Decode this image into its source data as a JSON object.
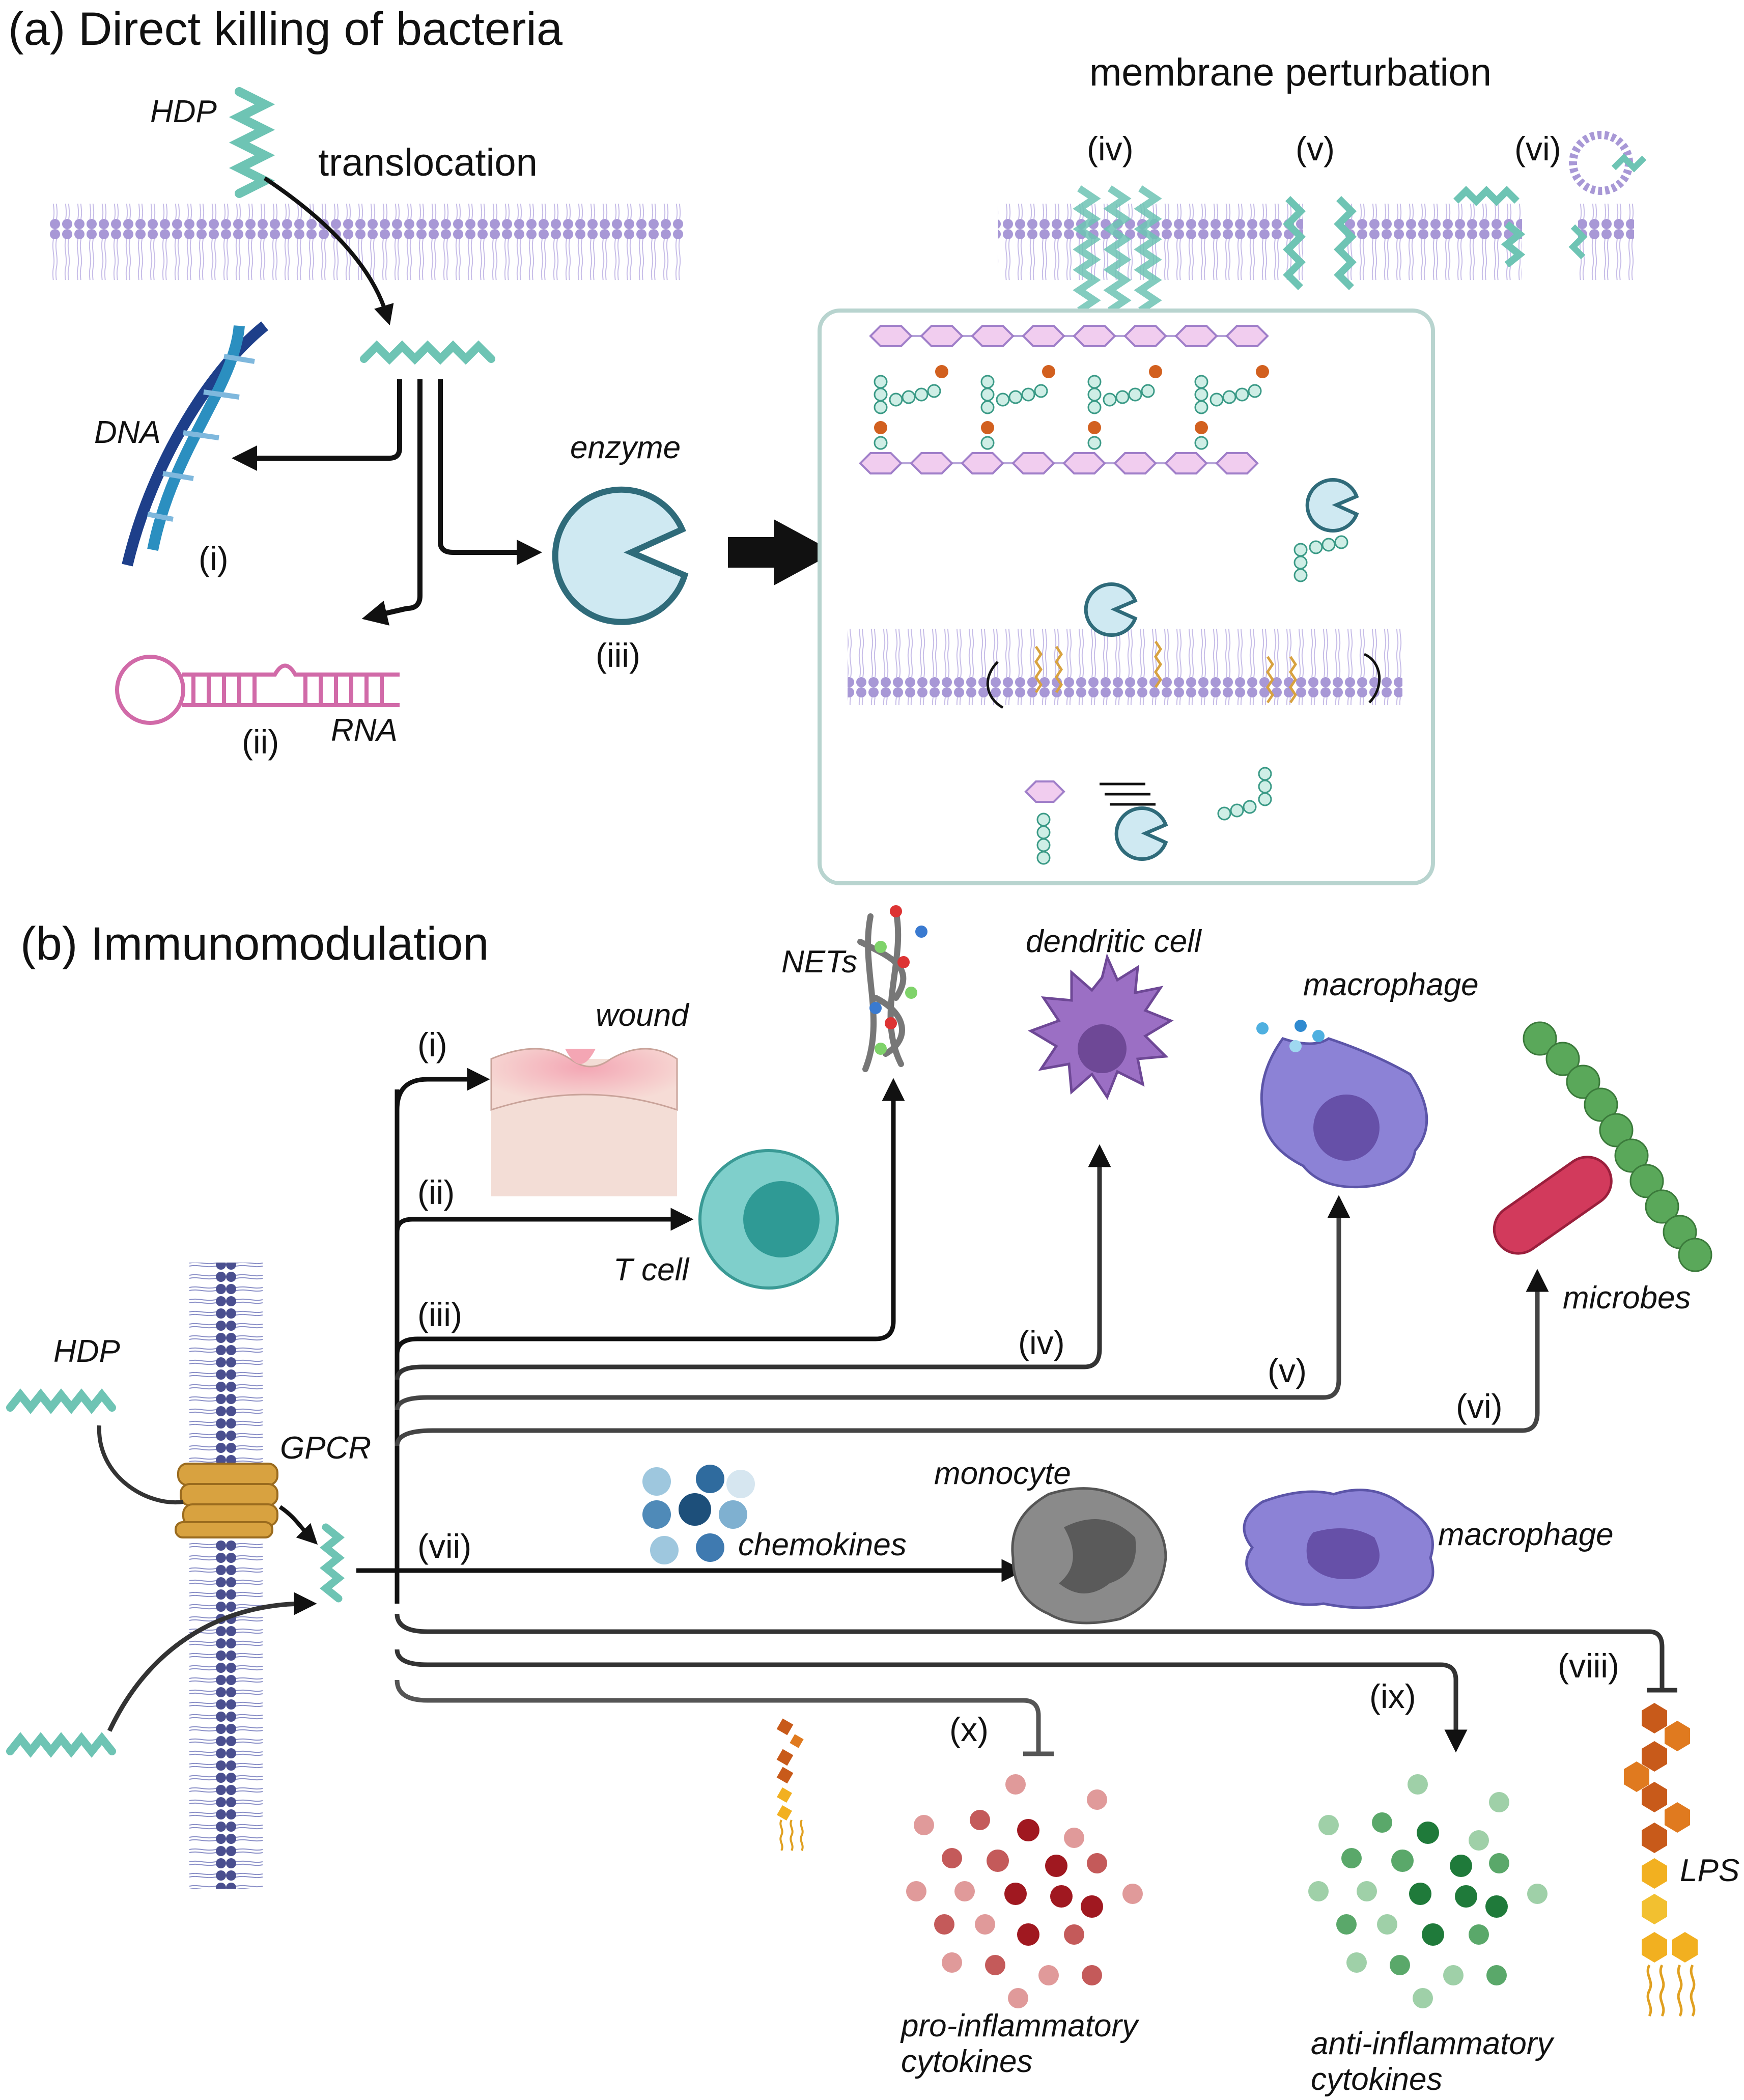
{
  "panel_a": {
    "heading": "(a) Direct killing of bacteria",
    "hdp": "HDP",
    "translocation": "translocation",
    "membrane_perturbation": "membrane perturbation",
    "roman": {
      "iv": "(iv)",
      "v": "(v)",
      "vi": "(vi)",
      "i": "(i)",
      "ii": "(ii)",
      "iii": "(iii)"
    },
    "dna": "DNA",
    "rna": "RNA",
    "enzyme": "enzyme"
  },
  "panel_b": {
    "heading": "(b) Immunomodulation",
    "hdp": "HDP",
    "gpcr": "GPCR",
    "wound": "wound",
    "t_cell": "T cell",
    "nets": "NETs",
    "dendritic_cell": "dendritic cell",
    "macrophage_top": "macrophage",
    "microbes": "microbes",
    "monocyte": "monocyte",
    "chemokines": "chemokines",
    "macrophage_mid": "macrophage",
    "lps": "LPS",
    "pro_inflammatory": [
      "pro-inflammatory",
      "cytokines"
    ],
    "anti_inflammatory": [
      "anti-inflammatory",
      "cytokines"
    ],
    "roman": {
      "i": "(i)",
      "ii": "(ii)",
      "iii": "(iii)",
      "iv": "(iv)",
      "v": "(v)",
      "vi": "(vi)",
      "vii": "(vii)",
      "viii": "(viii)",
      "ix": "(ix)",
      "x": "(x)"
    }
  },
  "colors": {
    "membrane_head": "#a898d6",
    "membrane_tail": "#c7bde8",
    "membrane_dark": "#4a4f8f",
    "peptide": "#6ec4b4",
    "enzyme": "#cfe9f2",
    "enzyme_stroke": "#2f6b7a",
    "gpcr": "#d8a240",
    "rna": "#d16aa8",
    "dna_dark": "#1e3f8a",
    "dna_light": "#2b8fc0",
    "pro_cytokine": "#b3202a",
    "anti_cytokine": "#2e8b4a",
    "tcell": "#7fcfcb",
    "dendritic": "#9b6fc4",
    "macrophage": "#8c82d6",
    "monocyte": "#8a8a8a",
    "microbe_rod": "#d23a5c",
    "microbe_chain": "#5aa85a",
    "lps": "#e07a1f",
    "box_stroke": "#b8d4cf"
  }
}
